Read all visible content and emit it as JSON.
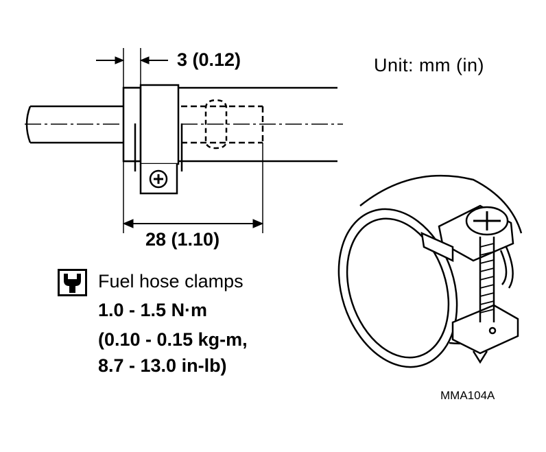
{
  "dimension_top": "3 (0.12)",
  "unit_label": "Unit: mm (in)",
  "dimension_bottom": "28 (1.10)",
  "torque": {
    "title": "Fuel hose clamps",
    "line1": "1.0 - 1.5 N·m",
    "line2": "(0.10 - 0.15 kg-m,",
    "line3": "8.7 - 13.0 in-lb)"
  },
  "figure_code": "MMA104A",
  "icons": {
    "torque": "torque-wrench-icon"
  }
}
